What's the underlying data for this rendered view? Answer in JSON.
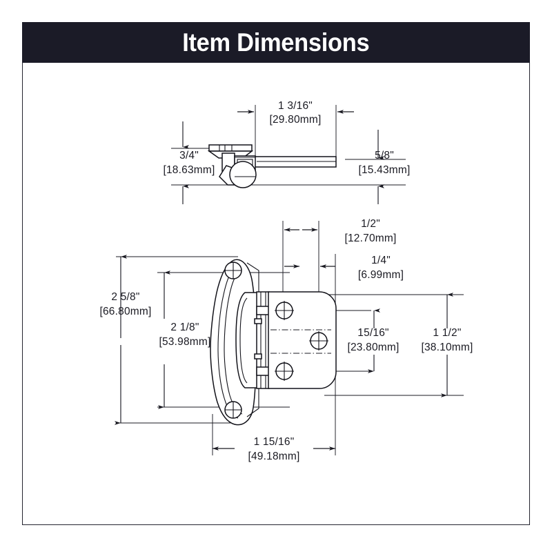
{
  "header": {
    "title": "Item Dimensions"
  },
  "drawing": {
    "title_semantic": "cabinet-hinge-dimension-drawing",
    "views": [
      {
        "name": "top-view",
        "description": "Top/profile view of self-closing cabinet hinge"
      },
      {
        "name": "front-view",
        "description": "Front view of hinge with mounting plate and screw holes"
      }
    ]
  },
  "dimensions": {
    "top_width": {
      "imperial": "1 3/16\"",
      "metric": "[29.80mm]"
    },
    "top_left_height": {
      "imperial": "3/4\"",
      "metric": "[18.63mm]"
    },
    "top_right_height": {
      "imperial": "5/8\"",
      "metric": "[15.43mm]"
    },
    "overall_height": {
      "imperial": "2 5/8\"",
      "metric": "[66.80mm]"
    },
    "hole_spacing_height": {
      "imperial": "2 1/8\"",
      "metric": "[53.98mm]"
    },
    "plate_offset": {
      "imperial": "1/2\"",
      "metric": "[12.70mm]"
    },
    "hole_offset": {
      "imperial": "1/4\"",
      "metric": "[6.99mm]"
    },
    "hole_spacing_vertical": {
      "imperial": "15/16\"",
      "metric": "[23.80mm]"
    },
    "plate_height": {
      "imperial": "1 1/2\"",
      "metric": "[38.10mm]"
    },
    "overall_width": {
      "imperial": "1 15/16\"",
      "metric": "[49.18mm]"
    }
  },
  "colors": {
    "header_background": "#1b1b27",
    "header_text": "#ffffff",
    "line": "#1a1a22",
    "page_background": "#ffffff"
  }
}
